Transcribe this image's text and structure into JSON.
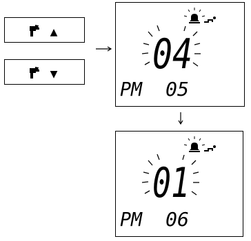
{
  "controls": {
    "up_button": {
      "symbol": "▲",
      "icon": "faucet-icon"
    },
    "down_button": {
      "symbol": "▼",
      "icon": "faucet-icon"
    }
  },
  "displays": [
    {
      "hour": "04",
      "period": "PM",
      "minute": "05",
      "hour_blinking": true,
      "icons": [
        "alarm-bell-icon",
        "water-drop-icon"
      ]
    },
    {
      "hour": "01",
      "period": "PM",
      "minute": "06",
      "hour_blinking": true,
      "icons": [
        "alarm-bell-icon",
        "water-drop-icon"
      ]
    }
  ],
  "flow": [
    "buttons-to-display-1",
    "display-1-to-display-2"
  ],
  "colors": {
    "ink": "#000000",
    "background": "#ffffff"
  }
}
